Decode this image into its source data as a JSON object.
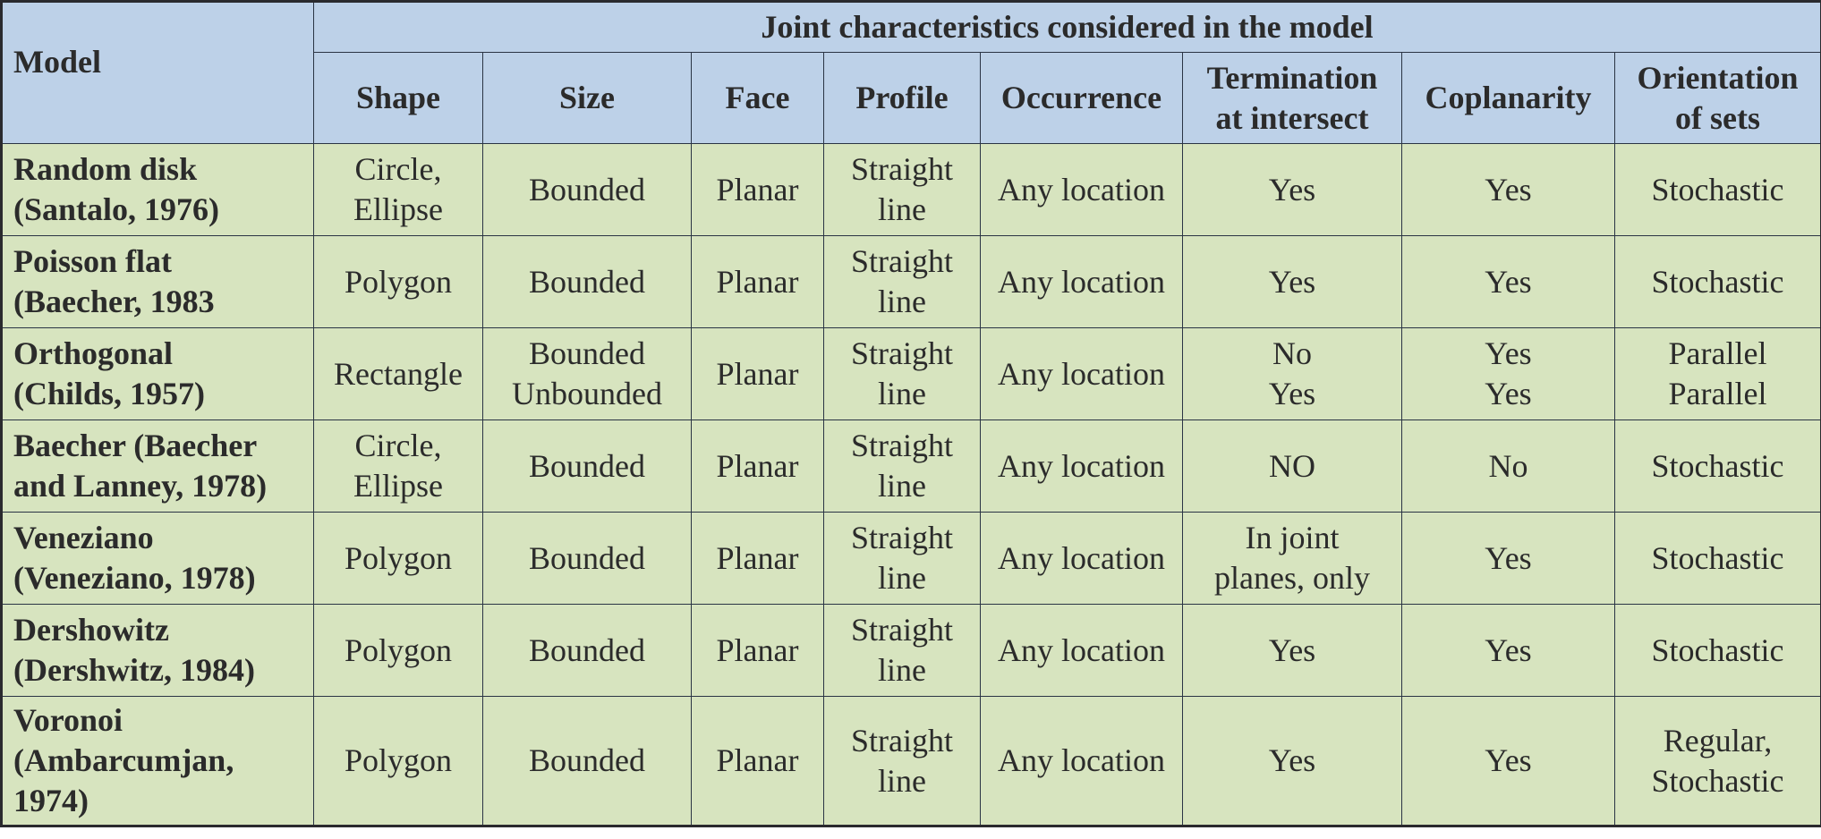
{
  "table": {
    "colors": {
      "header_bg": "#bdd1e8",
      "body_bg": "#d7e4bf",
      "border": "#2a3444",
      "text": "#2b2b2b"
    },
    "header": {
      "model": "Model",
      "group": "Joint characteristics considered in the model",
      "columns": [
        {
          "line1": "Shape",
          "line2": ""
        },
        {
          "line1": "Size",
          "line2": ""
        },
        {
          "line1": "Face",
          "line2": ""
        },
        {
          "line1": "Profile",
          "line2": ""
        },
        {
          "line1": "Occurrence",
          "line2": ""
        },
        {
          "line1": "Termination",
          "line2": "at intersect"
        },
        {
          "line1": "Coplanarity",
          "line2": ""
        },
        {
          "line1": "Orientation",
          "line2": "of sets"
        }
      ]
    },
    "rows": [
      {
        "model": [
          "Random disk",
          "(Santalo, 1976)"
        ],
        "shape": [
          "Circle,",
          "Ellipse"
        ],
        "size": [
          "Bounded"
        ],
        "face": [
          "Planar"
        ],
        "profile": [
          "Straight",
          "line"
        ],
        "occurrence": [
          "Any location"
        ],
        "termination": [
          "Yes"
        ],
        "coplanarity": [
          "Yes"
        ],
        "orientation": [
          "Stochastic"
        ]
      },
      {
        "model": [
          "Poisson flat",
          "(Baecher, 1983"
        ],
        "shape": [
          "Polygon"
        ],
        "size": [
          "Bounded"
        ],
        "face": [
          "Planar"
        ],
        "profile": [
          "Straight",
          "line"
        ],
        "occurrence": [
          "Any location"
        ],
        "termination": [
          "Yes"
        ],
        "coplanarity": [
          "Yes"
        ],
        "orientation": [
          "Stochastic"
        ]
      },
      {
        "model": [
          "Orthogonal",
          "(Childs, 1957)"
        ],
        "shape": [
          "Rectangle"
        ],
        "size": [
          "Bounded",
          "Unbounded"
        ],
        "face": [
          "Planar"
        ],
        "profile": [
          "Straight",
          "line"
        ],
        "occurrence": [
          "Any location"
        ],
        "termination": [
          "No",
          "Yes"
        ],
        "coplanarity": [
          "Yes",
          "Yes"
        ],
        "orientation": [
          "Parallel",
          "Parallel"
        ]
      },
      {
        "model": [
          "Baecher (Baecher",
          "and Lanney, 1978)"
        ],
        "shape": [
          "Circle,",
          "Ellipse"
        ],
        "size": [
          "Bounded"
        ],
        "face": [
          "Planar"
        ],
        "profile": [
          "Straight",
          "line"
        ],
        "occurrence": [
          "Any location"
        ],
        "termination": [
          "NO"
        ],
        "coplanarity": [
          "No"
        ],
        "orientation": [
          "Stochastic"
        ]
      },
      {
        "model": [
          "Veneziano",
          "(Veneziano, 1978)"
        ],
        "shape": [
          "Polygon"
        ],
        "size": [
          "Bounded"
        ],
        "face": [
          "Planar"
        ],
        "profile": [
          "Straight",
          "line"
        ],
        "occurrence": [
          "Any location"
        ],
        "termination": [
          "In joint",
          "planes, only"
        ],
        "coplanarity": [
          "Yes"
        ],
        "orientation": [
          "Stochastic"
        ]
      },
      {
        "model": [
          "Dershowitz",
          "(Dershwitz, 1984)"
        ],
        "shape": [
          "Polygon"
        ],
        "size": [
          "Bounded"
        ],
        "face": [
          "Planar"
        ],
        "profile": [
          "Straight",
          "line"
        ],
        "occurrence": [
          "Any location"
        ],
        "termination": [
          "Yes"
        ],
        "coplanarity": [
          "Yes"
        ],
        "orientation": [
          "Stochastic"
        ]
      },
      {
        "model": [
          "Voronoi",
          "(Ambarcumjan,",
          "1974)"
        ],
        "shape": [
          "Polygon"
        ],
        "size": [
          "Bounded"
        ],
        "face": [
          "Planar"
        ],
        "profile": [
          "Straight",
          "line"
        ],
        "occurrence": [
          "Any location"
        ],
        "termination": [
          "Yes"
        ],
        "coplanarity": [
          "Yes"
        ],
        "orientation": [
          "Regular,",
          "Stochastic"
        ]
      }
    ]
  }
}
